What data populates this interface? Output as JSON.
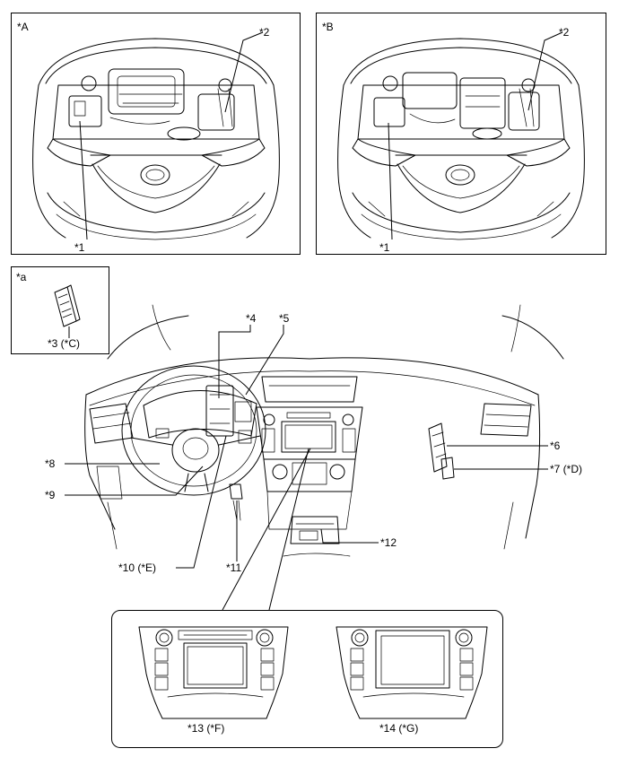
{
  "panels": {
    "top_left": {
      "tag": "*A",
      "callouts": {
        "c1": "*1",
        "c2": "*2"
      }
    },
    "top_right": {
      "tag": "*B",
      "callouts": {
        "c1": "*1",
        "c2": "*2"
      }
    },
    "inset": {
      "tag": "*a",
      "callouts": {
        "c3": "*3 (*C)"
      }
    },
    "dashboard": {
      "callouts": {
        "c4": "*4",
        "c5": "*5",
        "c6": "*6",
        "c7": "*7 (*D)",
        "c8": "*8",
        "c9": "*9",
        "c10": "*10 (*E)",
        "c11": "*11",
        "c12": "*12"
      }
    },
    "bottom_detail": {
      "callouts": {
        "c13": "*13 (*F)",
        "c14": "*14 (*G)"
      }
    }
  }
}
